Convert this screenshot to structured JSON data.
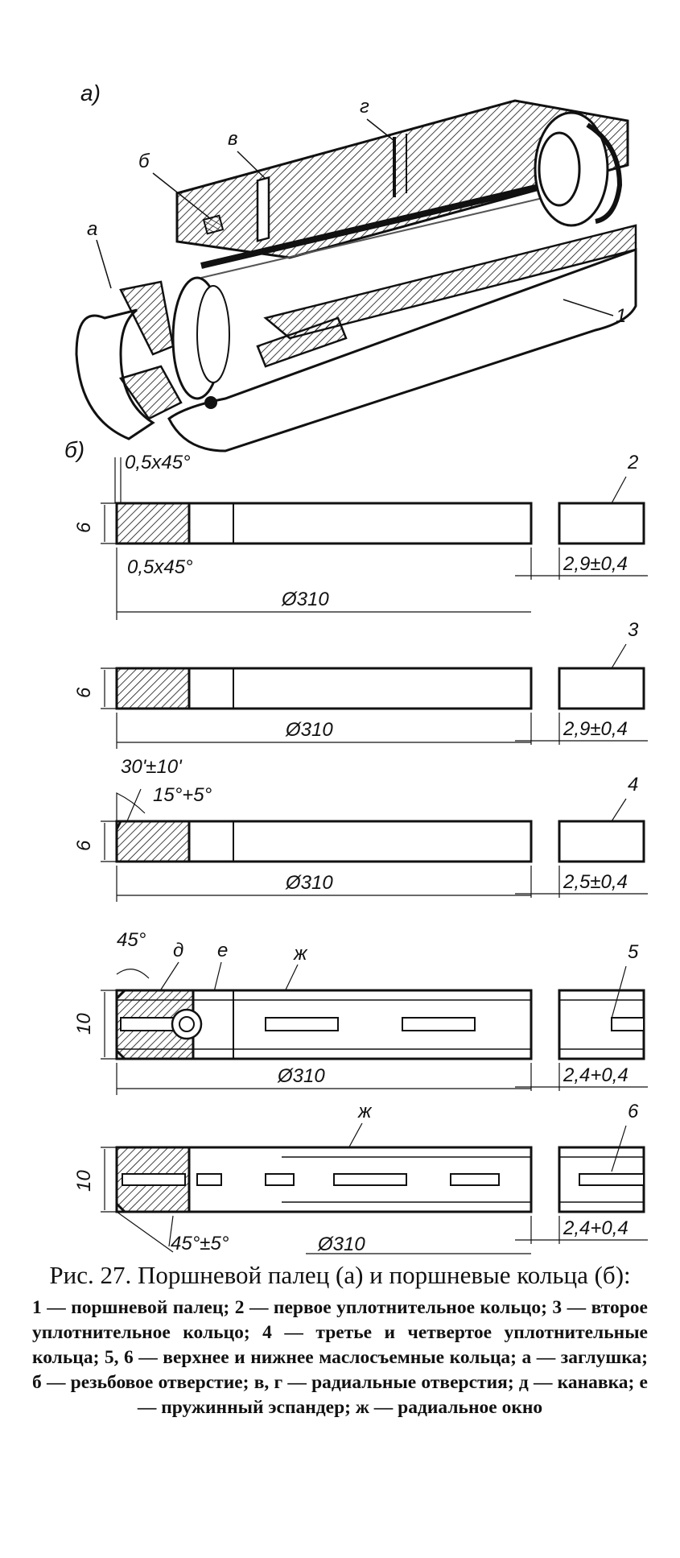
{
  "figure": {
    "part_a_label": "а)",
    "part_b_label": "б)",
    "pin_labels": {
      "a": "а",
      "b": "б",
      "v": "в",
      "g": "г",
      "num1": "1"
    },
    "rings": [
      {
        "number": "2",
        "height": "6",
        "diameter": "Ø310",
        "gap": "2,9±0,4",
        "top_chamfer": "0,5x45°",
        "bottom_chamfer": "0,5x45°"
      },
      {
        "number": "3",
        "height": "6",
        "diameter": "Ø310",
        "gap": "2,9±0,4"
      },
      {
        "number": "4",
        "height": "6",
        "diameter": "Ø310",
        "gap": "2,5±0,4",
        "angle_top": "30'±10'",
        "angle_bottom": "15°+5°"
      },
      {
        "number": "5",
        "height": "10",
        "diameter": "Ø310",
        "gap": "2,4+0,4",
        "angle": "45°",
        "label_d": "д",
        "label_e": "е",
        "label_zh": "ж"
      },
      {
        "number": "6",
        "height": "10",
        "diameter": "Ø310",
        "gap": "2,4+0,4",
        "angle": "45°±5°",
        "label_zh": "ж"
      }
    ]
  },
  "caption": {
    "title": "Рис. 27. Поршневой палец (а) и поршневые кольца (б):",
    "text": "1 — поршневой палец; 2 — первое уплотнительное кольцо; 3 — второе уплотнительное кольцо; 4 — третье и четвертое уплотнительные кольца; 5, 6 — верхнее и нижнее маслосъемные кольца; а — заглушка; б — резьбовое отверстие; в, г — радиальные отверстия; д — канавка; е — пружинный эспандер; ж — радиальное окно"
  }
}
